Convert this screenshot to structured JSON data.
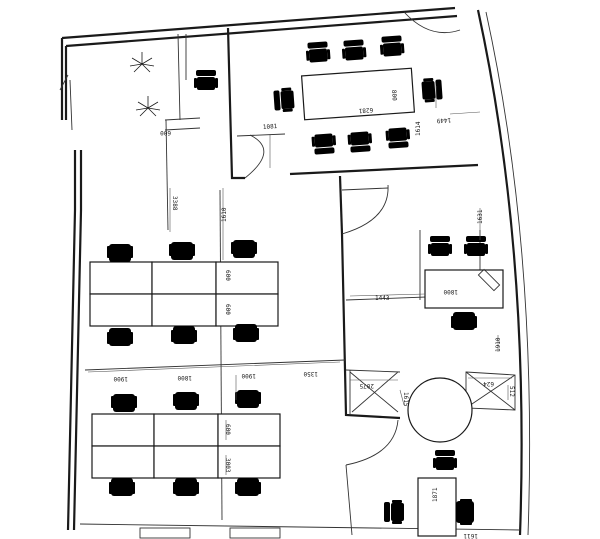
{
  "dimensions": {
    "d_600_corridor": "600",
    "d_3388": "3388",
    "d_1610": "1610",
    "d_1081": "1081",
    "d_6281": "6281",
    "d_800_conf": "800",
    "d_1449": "1449",
    "d_1614": "1614",
    "d_1631": "1631",
    "d_600_desk_a": "600",
    "d_600_desk_b": "600",
    "d_600_desk_c": "600",
    "d_1800_exec": "1800",
    "d_1443": "1443",
    "d_1910": "1910",
    "d_1900_a": "1900",
    "d_1800_b": "1800",
    "d_1900_c": "1900",
    "d_1350": "1350",
    "d_2075": "2075",
    "d_624": "624",
    "d_1615": "1615",
    "d_512": "512",
    "d_3003": "3003",
    "d_1871": "1871",
    "d_1611": "1611"
  }
}
